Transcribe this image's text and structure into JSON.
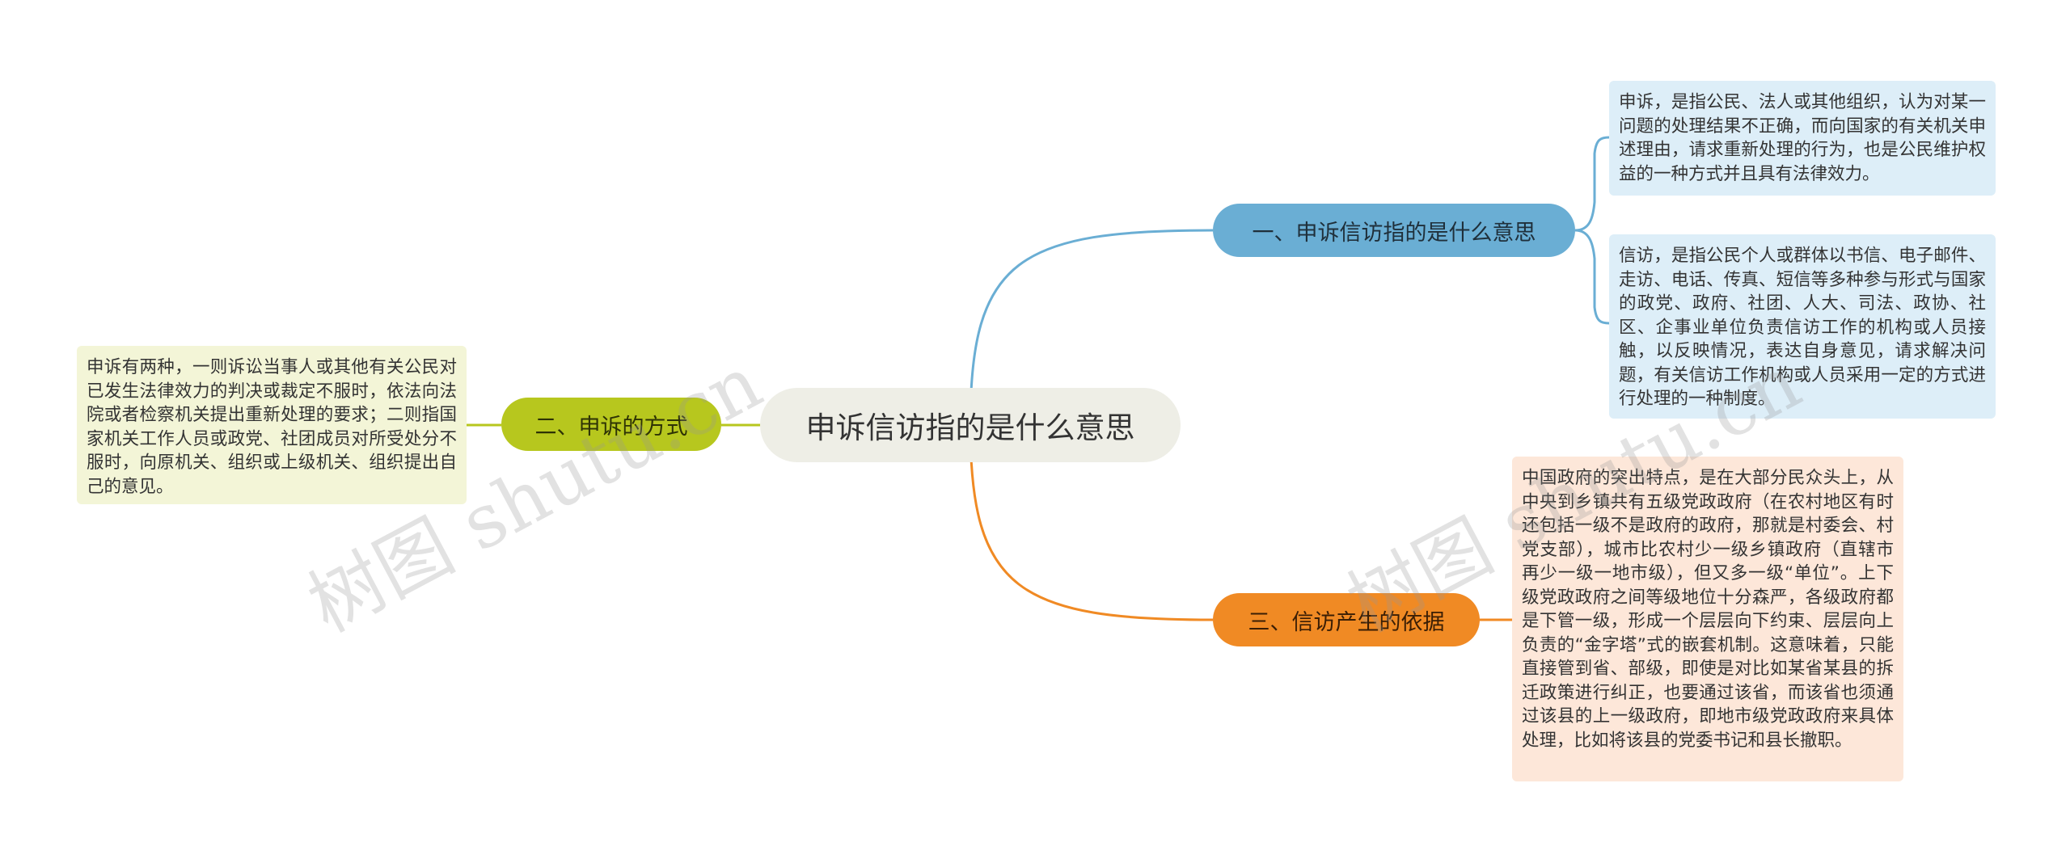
{
  "central": {
    "label": "申诉信访指的是什么意思"
  },
  "branches": [
    {
      "label": "一、申诉信访指的是什么意思",
      "color": "#6aaed4"
    },
    {
      "label": "二、申诉的方式",
      "color": "#b7c71e"
    },
    {
      "label": "三、信访产生的依据",
      "color": "#f08a24"
    }
  ],
  "leaves": [
    {
      "text": "申诉，是指公民、法人或其他组织，认为对某一问题的处理结果不正确，而向国家的有关机关申述理由，请求重新处理的行为，也是公民维护权益的一种方式并且具有法律效力。"
    },
    {
      "text": "信访，是指公民个人或群体以书信、电子邮件、走访、电话、传真、短信等多种参与形式与国家的政党、政府、社团、人大、司法、政协、社区、企事业单位负责信访工作的机构或人员接触，以反映情况，表达自身意见，请求解决问题，有关信访工作机构或人员采用一定的方式进行处理的一种制度。"
    },
    {
      "text": "申诉有两种，一则诉讼当事人或其他有关公民对已发生法律效力的判决或裁定不服时，依法向法院或者检察机关提出重新处理的要求；二则指国家机关工作人员或政党、社团成员对所受处分不服时，向原机关、组织或上级机关、组织提出自己的意见。"
    },
    {
      "text": "中国政府的突出特点，是在大部分民众头上，从中央到乡镇共有五级党政政府（在农村地区有时还包括一级不是政府的政府，那就是村委会、村党支部），城市比农村少一级乡镇政府（直辖市再少一级一地市级），但又多一级“单位”。上下级党政政府之间等级地位十分森严，各级政府都是下管一级，形成一个层层向下约束、层层向上负责的“金字塔”式的嵌套机制。这意味着，只能直接管到省、部级，即使是对比如某省某县的拆迁政策进行纠正，也要通过该省，而该省也须通过该县的上一级政府，即地市级党政政府来具体处理，比如将该县的党委书记和县长撤职。"
    }
  ],
  "watermarks": [
    "树图 shutu.cn",
    "树图 shutu.cn"
  ]
}
